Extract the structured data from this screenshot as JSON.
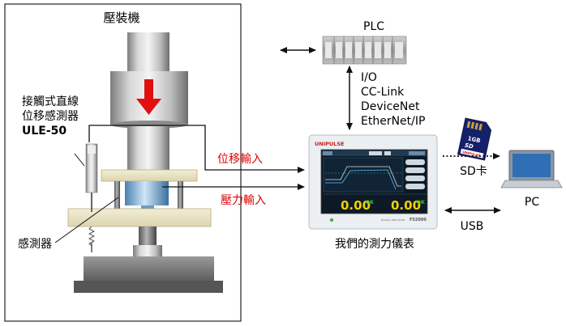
{
  "press": {
    "title": "壓裝機",
    "sensor_label_line1": "接觸式直線",
    "sensor_label_line2": "位移感測器",
    "sensor_model": "ULE-50",
    "load_sensor_label": "感測器"
  },
  "plc": {
    "label": "PLC",
    "protocols": [
      "I/O",
      "CC-Link",
      "DeviceNet",
      "EtherNet/IP"
    ]
  },
  "signals": {
    "displacement_input": "位移輸入",
    "pressure_input": "壓力輸入"
  },
  "meter": {
    "caption": "我們的測力儀表",
    "brand": "UNIPULSE",
    "model": "F52000",
    "subtitle": "DIGITAL INDICATOR",
    "value_left": "0.00",
    "value_right": "0.00",
    "ok_left": "OK",
    "ok_right": "OK"
  },
  "sdcard": {
    "label": "SD卡",
    "capacity": "1GB",
    "card_text": "SD",
    "brand": "UNIPULSE"
  },
  "usb": {
    "label": "USB"
  },
  "pc": {
    "label": "PC"
  },
  "colors": {
    "arrow_red": "#e01010",
    "label_red": "#e00000",
    "screen_bg": "#0d1a26",
    "value_yellow": "#f0d000",
    "ok_green": "#33cc33"
  }
}
